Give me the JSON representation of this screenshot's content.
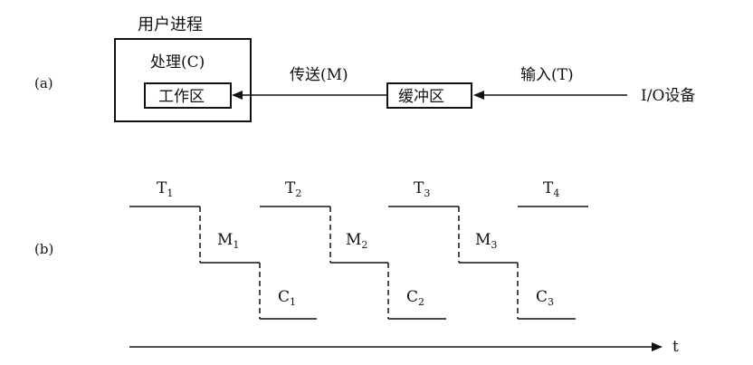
{
  "part_a": {
    "label": "(a)",
    "process_title": "用户进程",
    "handle_label": "处理(C)",
    "workspace_label": "工作区",
    "transfer_label": "传送(M)",
    "buffer_label": "缓冲区",
    "input_label": "输入(T)",
    "device_label": "I/O设备"
  },
  "part_b": {
    "label": "(b)",
    "time_axis_label": "t",
    "steps": [
      {
        "T": "T",
        "T_sub": "1",
        "M": "M",
        "M_sub": "1",
        "C": "C",
        "C_sub": "1"
      },
      {
        "T": "T",
        "T_sub": "2",
        "M": "M",
        "M_sub": "2",
        "C": "C",
        "C_sub": "2"
      },
      {
        "T": "T",
        "T_sub": "3",
        "M": "M",
        "M_sub": "3",
        "C": "C",
        "C_sub": "3"
      }
    ],
    "final_T": {
      "T": "T",
      "T_sub": "4"
    }
  }
}
